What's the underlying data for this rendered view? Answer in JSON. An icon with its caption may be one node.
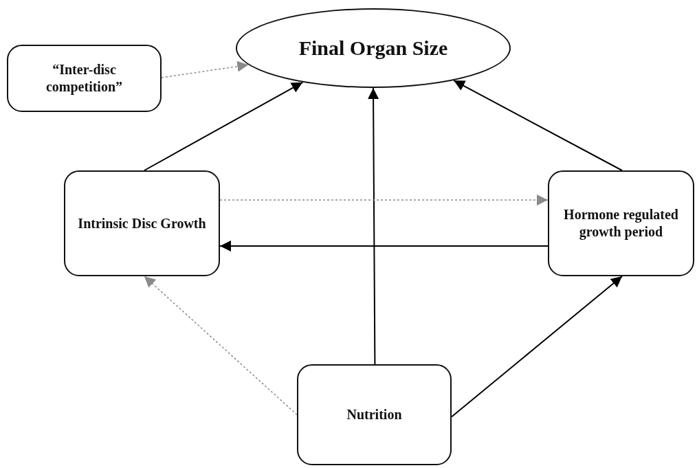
{
  "diagram": {
    "nodes": [
      {
        "text": [
          "Final Organ Size"
        ]
      },
      {
        "text": [
          "“Inter-disc competition”"
        ]
      },
      {
        "text": [
          "Intrinsic Disc Growth"
        ]
      },
      {
        "text": [
          "Hormone regulated growth period"
        ]
      },
      {
        "text": [
          "Nutrition"
        ]
      }
    ],
    "edges": [
      {
        "from": 1,
        "to": 0,
        "arrow": "to",
        "style": "dashed",
        "color": "#8a8a8a"
      },
      {
        "from": 2,
        "to": 0,
        "arrow": "to"
      },
      {
        "from": 3,
        "to": 0,
        "arrow": "to"
      },
      {
        "from": 4,
        "to": 0,
        "arrow": "to"
      },
      {
        "from": 2,
        "to": 3,
        "arrow": "to",
        "style": "dashed",
        "color": "#8a8a8a"
      },
      {
        "from": 3,
        "to": 2,
        "arrow": "to"
      },
      {
        "from": 4,
        "to": 2,
        "arrow": "to",
        "style": "dashed",
        "color": "#8a8a8a"
      },
      {
        "from": 4,
        "to": 3,
        "arrow": "to"
      }
    ]
  }
}
